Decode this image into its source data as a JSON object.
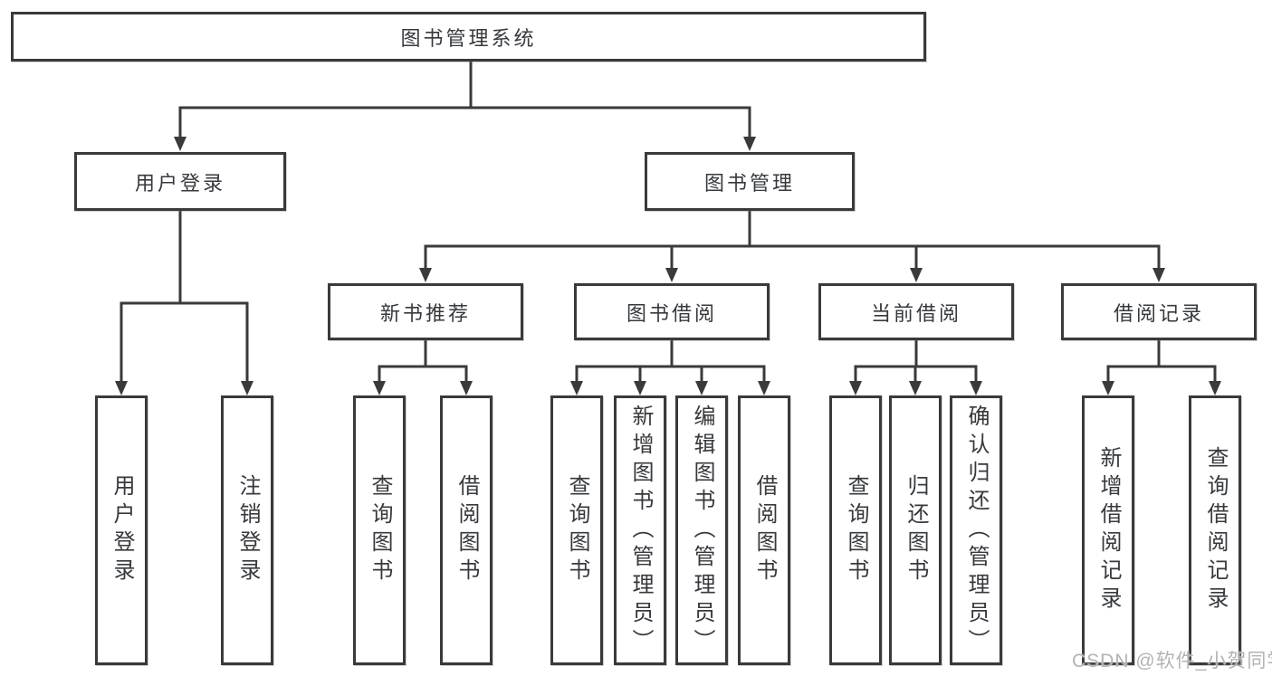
{
  "tree": {
    "label": "图书管理系统",
    "children": [
      {
        "label": "用户登录",
        "children": [
          {
            "label": "用户登录"
          },
          {
            "label": "注销登录"
          }
        ]
      },
      {
        "label": "图书管理",
        "children": [
          {
            "label": "新书推荐",
            "children": [
              {
                "label": "查询图书"
              },
              {
                "label": "借阅图书"
              }
            ]
          },
          {
            "label": "图书借阅",
            "children": [
              {
                "label": "查询图书"
              },
              {
                "label": "新增图书（管理员）"
              },
              {
                "label": "编辑图书（管理员）"
              },
              {
                "label": "借阅图书"
              }
            ]
          },
          {
            "label": "当前借阅",
            "children": [
              {
                "label": "查询图书"
              },
              {
                "label": "归还图书"
              },
              {
                "label": "确认归还（管理员）"
              }
            ]
          },
          {
            "label": "借阅记录",
            "children": [
              {
                "label": "新增借阅记录"
              },
              {
                "label": "查询借阅记录"
              }
            ]
          }
        ]
      }
    ]
  },
  "watermark": {
    "text": "CSDN @软件_小贺同学"
  },
  "colors": {
    "line": "#3a3a3a",
    "border": "#3a3a3a",
    "text": "#36393d",
    "watermark": "#b3b3b3",
    "background": "#ffffff"
  }
}
